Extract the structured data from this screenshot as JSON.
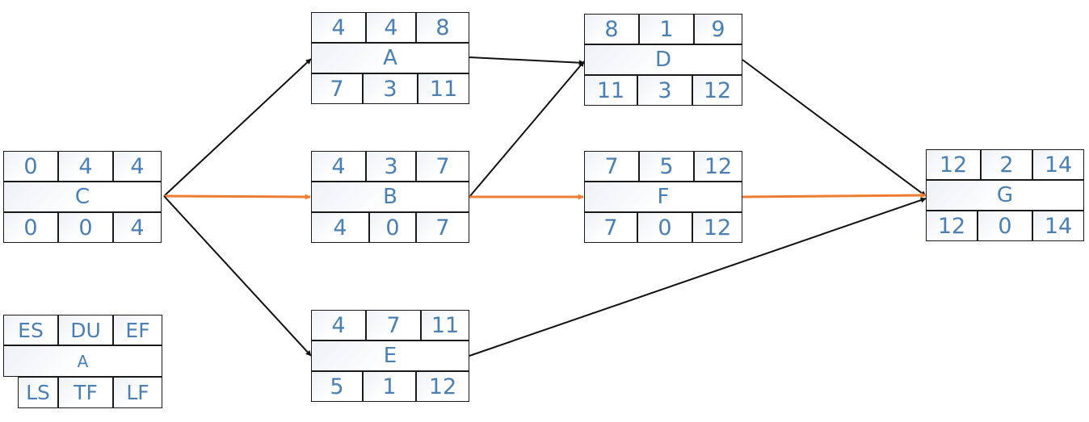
{
  "colors": {
    "text": "#4a7fb4",
    "border": "#1a1a1a",
    "critical": "#ed7d31",
    "normal": "#111111"
  },
  "legend": {
    "es": "ES",
    "du": "DU",
    "ef": "EF",
    "name": "A",
    "ls": "LS",
    "tf": "TF",
    "lf": "LF"
  },
  "nodes": {
    "C": {
      "es": "0",
      "du": "4",
      "ef": "4",
      "name": "C",
      "ls": "0",
      "tf": "0",
      "lf": "4"
    },
    "A": {
      "es": "4",
      "du": "4",
      "ef": "8",
      "name": "A",
      "ls": "7",
      "tf": "3",
      "lf": "11"
    },
    "B": {
      "es": "4",
      "du": "3",
      "ef": "7",
      "name": "B",
      "ls": "4",
      "tf": "0",
      "lf": "7"
    },
    "E": {
      "es": "4",
      "du": "7",
      "ef": "11",
      "name": "E",
      "ls": "5",
      "tf": "1",
      "lf": "12"
    },
    "D": {
      "es": "8",
      "du": "1",
      "ef": "9",
      "name": "D",
      "ls": "11",
      "tf": "3",
      "lf": "12"
    },
    "F": {
      "es": "7",
      "du": "5",
      "ef": "12",
      "name": "F",
      "ls": "7",
      "tf": "0",
      "lf": "12"
    },
    "G": {
      "es": "12",
      "du": "2",
      "ef": "14",
      "name": "G",
      "ls": "12",
      "tf": "0",
      "lf": "14"
    }
  },
  "edges": [
    {
      "from": "C",
      "to": "A",
      "critical": false
    },
    {
      "from": "C",
      "to": "B",
      "critical": true
    },
    {
      "from": "C",
      "to": "E",
      "critical": false
    },
    {
      "from": "A",
      "to": "D",
      "critical": false
    },
    {
      "from": "B",
      "to": "D",
      "critical": false
    },
    {
      "from": "B",
      "to": "F",
      "critical": true
    },
    {
      "from": "D",
      "to": "G",
      "critical": false
    },
    {
      "from": "F",
      "to": "G",
      "critical": true
    },
    {
      "from": "E",
      "to": "G",
      "critical": false
    }
  ]
}
